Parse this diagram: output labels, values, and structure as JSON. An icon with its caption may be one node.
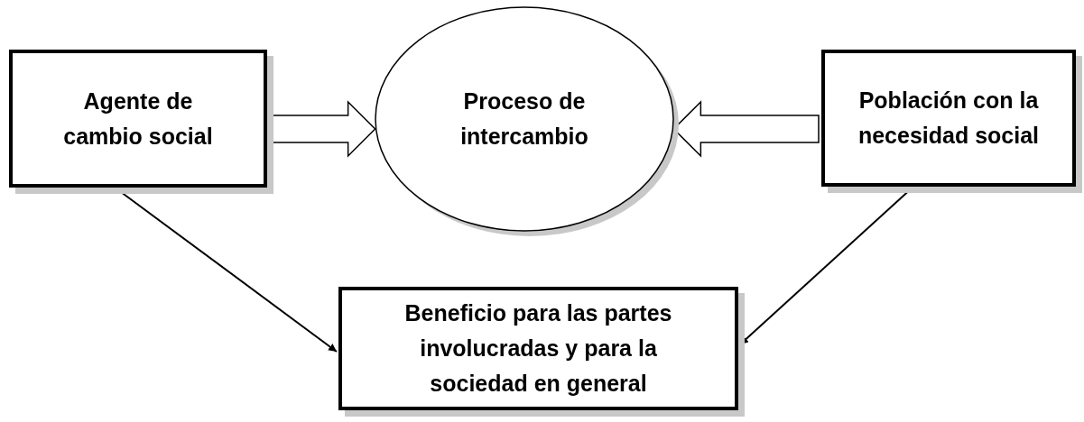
{
  "diagram": {
    "nodes": [
      {
        "text": [
          "Agente de cambio social"
        ]
      },
      {
        "text": [
          "Proceso de intercambio"
        ]
      },
      {
        "text": [
          "Población con la necesidad social"
        ]
      },
      {
        "text": [
          "Beneficio para las partes involucradas y para la sociedad en general"
        ]
      }
    ],
    "edges": [
      {
        "from": 0,
        "to": 1,
        "arrow": "to",
        "style": "thick"
      },
      {
        "from": 2,
        "to": 1,
        "arrow": "to",
        "style": "thick"
      },
      {
        "from": 0,
        "to": 3,
        "arrow": "to"
      },
      {
        "from": 2,
        "to": 3,
        "arrow": "to"
      }
    ]
  }
}
